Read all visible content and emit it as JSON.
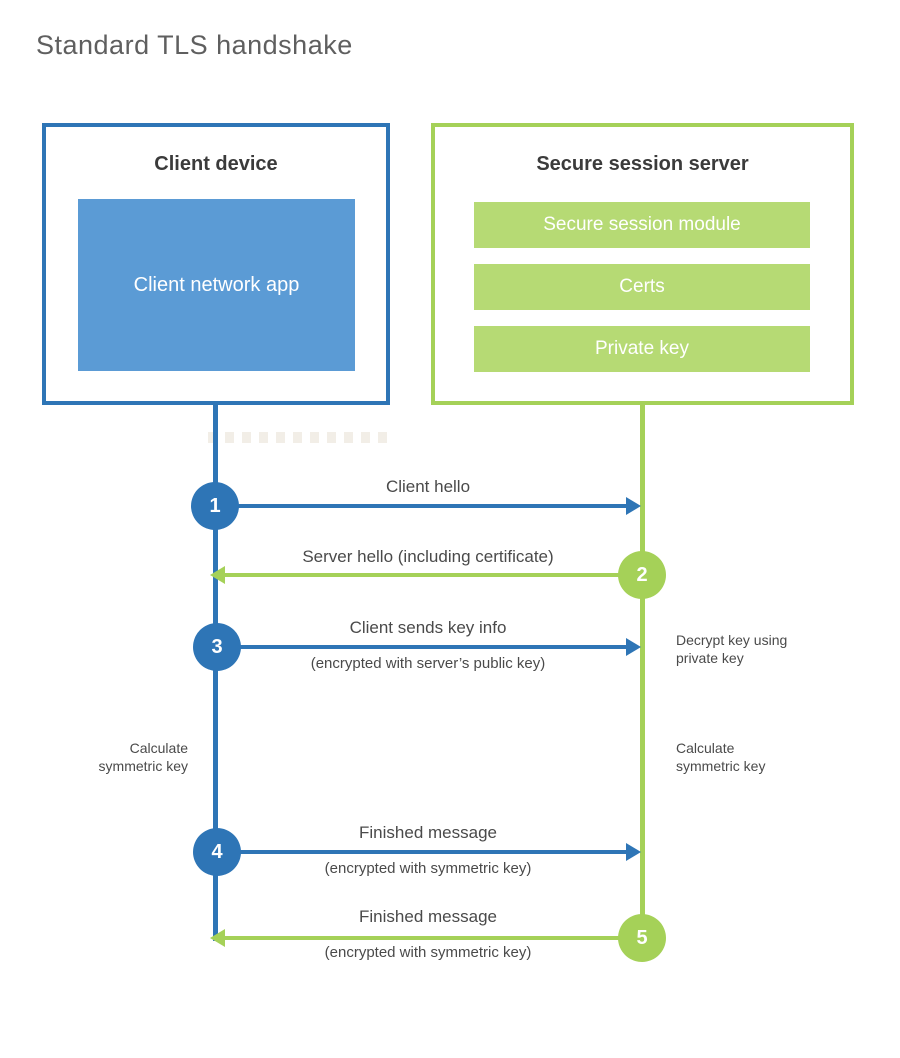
{
  "title": "Standard TLS handshake",
  "colors": {
    "blue": "#2e75b6",
    "blue_fill": "#5b9bd5",
    "green": "#a5d158",
    "green_fill": "#b6da74",
    "heading_text": "#3b3b3b",
    "label_text": "#4a4a4a",
    "title_text": "#5f5f5f"
  },
  "client": {
    "title": "Client device",
    "app_label": "Client network app"
  },
  "server": {
    "title": "Secure session server",
    "modules": [
      "Secure session module",
      "Certs",
      "Private key"
    ]
  },
  "steps": [
    {
      "num": "1",
      "from": "client",
      "to": "server",
      "label": "Client hello",
      "sublabel": ""
    },
    {
      "num": "2",
      "from": "server",
      "to": "client",
      "label": "Server hello (including certificate)",
      "sublabel": ""
    },
    {
      "num": "3",
      "from": "client",
      "to": "server",
      "label": "Client sends key info",
      "sublabel": "(encrypted with server’s public key)"
    },
    {
      "num": "4",
      "from": "client",
      "to": "server",
      "label": "Finished message",
      "sublabel": "(encrypted with symmetric key)"
    },
    {
      "num": "5",
      "from": "server",
      "to": "client",
      "label": "Finished message",
      "sublabel": "(encrypted with symmetric key)"
    }
  ],
  "notes": {
    "decrypt": {
      "line1": "Decrypt key using",
      "line2": "private key"
    },
    "calc_left": {
      "line1": "Calculate",
      "line2": "symmetric key"
    },
    "calc_right": {
      "line1": "Calculate",
      "line2": "symmetric key"
    }
  }
}
